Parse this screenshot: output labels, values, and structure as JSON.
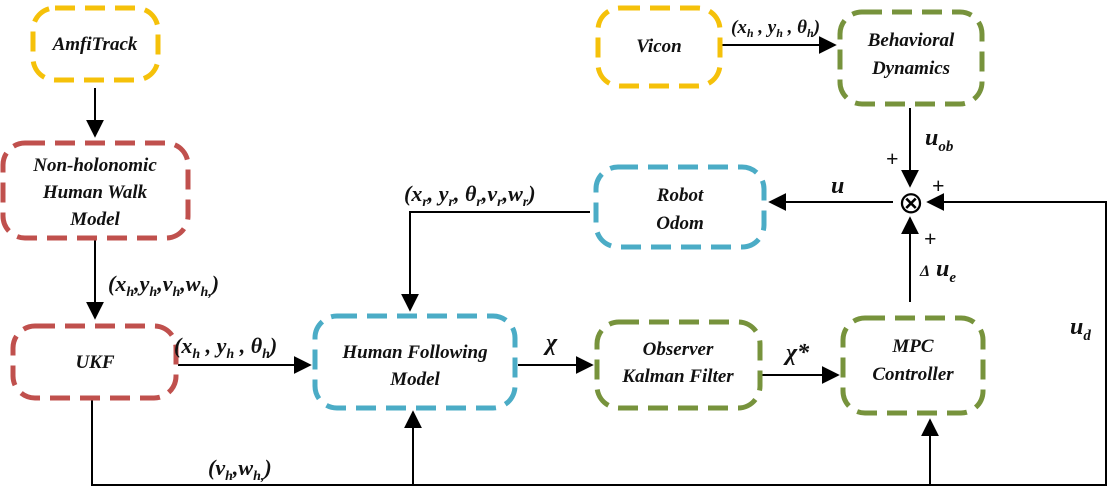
{
  "colors": {
    "yellow": "#F5C10A",
    "red": "#C0504D",
    "blue": "#4BACC6",
    "green": "#77933C"
  },
  "nodes": {
    "amfitrack": "AmfiTrack",
    "walk_model": [
      "Non-holonomic",
      "Human Walk",
      "Model"
    ],
    "ukf": "UKF",
    "human_following": [
      "Human Following",
      "Model"
    ],
    "observer": [
      "Observer",
      "Kalman Filter"
    ],
    "mpc": [
      "MPC",
      "Controller"
    ],
    "robot_odom": [
      "Robot",
      "Odom"
    ],
    "vicon": "Vicon",
    "behavioral": [
      "Behavioral",
      "Dynamics"
    ]
  },
  "edge_labels": {
    "chi": "χ",
    "chi_star": "χ*",
    "u": "u",
    "plus_top": "+",
    "plus_right": "+",
    "plus_bottom": "+"
  },
  "summing_junction": "⊗"
}
